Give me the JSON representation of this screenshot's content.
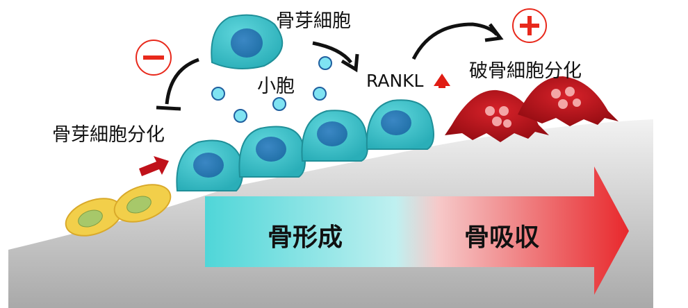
{
  "labels": {
    "osteoblast": "骨芽細胞",
    "vesicle": "小胞",
    "rankl": "RANKL",
    "osteoclast_diff": "破骨細胞分化",
    "osteoblast_diff": "骨芽細胞分化",
    "bone_formation": "骨形成",
    "bone_resorption": "骨吸収"
  },
  "signs": {
    "inhibit": "−",
    "promote": "+"
  },
  "colors": {
    "osteoblast": "#3fc3cc",
    "osteoclast": "#c0111a",
    "preosteoblast": "#f2cf4a",
    "formation": "#5fdde0",
    "resorption": "#ec3b3b",
    "sign": "#e8291c"
  }
}
